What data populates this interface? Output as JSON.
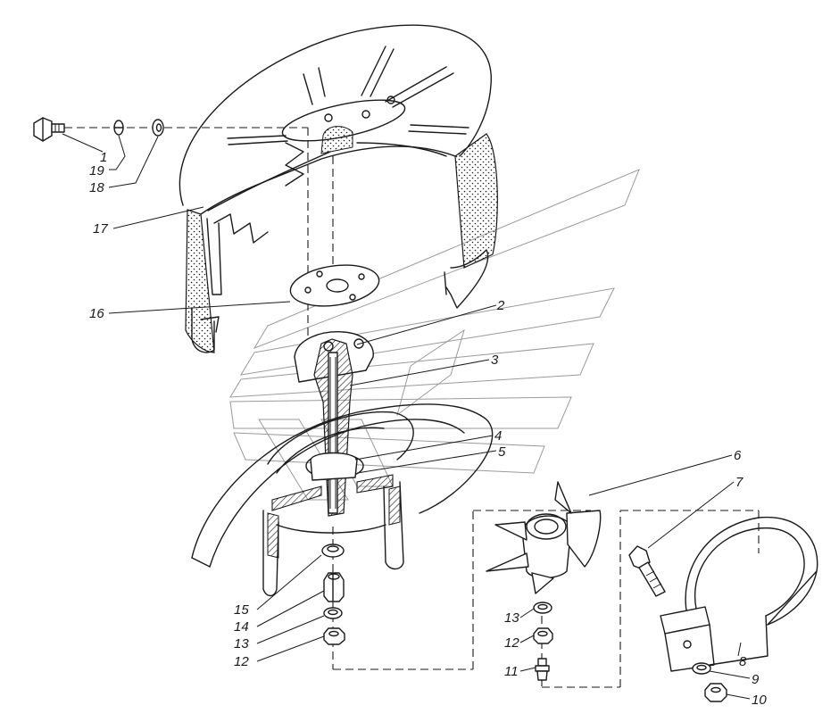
{
  "part_labels": [
    {
      "id": "1",
      "text": "1"
    },
    {
      "id": "2",
      "text": "2"
    },
    {
      "id": "3",
      "text": "3"
    },
    {
      "id": "4",
      "text": "4"
    },
    {
      "id": "5",
      "text": "5"
    },
    {
      "id": "6",
      "text": "6"
    },
    {
      "id": "7",
      "text": "7"
    },
    {
      "id": "8",
      "text": "8"
    },
    {
      "id": "9",
      "text": "9"
    },
    {
      "id": "10",
      "text": "10"
    },
    {
      "id": "11",
      "text": "11"
    },
    {
      "id": "12a",
      "text": "12"
    },
    {
      "id": "12b",
      "text": "12"
    },
    {
      "id": "13a",
      "text": "13"
    },
    {
      "id": "13b",
      "text": "13"
    },
    {
      "id": "14",
      "text": "14"
    },
    {
      "id": "15",
      "text": "15"
    },
    {
      "id": "16",
      "text": "16"
    },
    {
      "id": "17",
      "text": "17"
    },
    {
      "id": "18",
      "text": "18"
    },
    {
      "id": "19",
      "text": "19"
    }
  ],
  "colors": {
    "ink": "#1a1a1a",
    "watermark": "#9a9a9a",
    "background": "#ffffff"
  }
}
